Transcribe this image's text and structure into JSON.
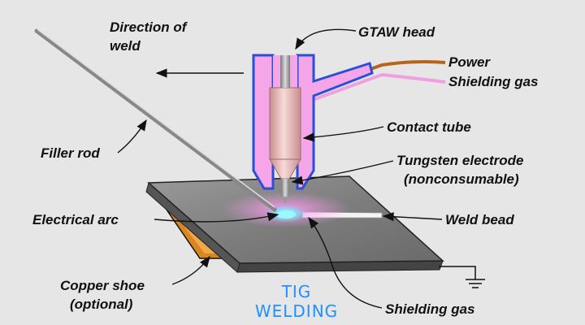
{
  "colors": {
    "background": "#e6e6e6",
    "nozzle_outline": "#2b4fd6",
    "nozzle_fill": "#f4a6e8",
    "contact_tube": "#e8b8b8",
    "electrode": "#b0b0b0",
    "workpiece_top": "#8a8a8a",
    "copper_shoe": "#d9861f",
    "power_cable": "#b5651d",
    "gas_hose": "#f0a0e0",
    "arc_glow": "#5fe3ff",
    "title": "#1e90ff"
  },
  "labels": {
    "direction_of_weld": [
      "Direction of",
      "weld"
    ],
    "gtaw_head": "GTAW head",
    "power": "Power",
    "shielding_gas_top": "Shielding gas",
    "contact_tube": "Contact tube",
    "tungsten_electrode": [
      "Tungsten electrode",
      "(nonconsumable)"
    ],
    "filler_rod": "Filler rod",
    "electrical_arc": "Electrical arc",
    "weld_bead": "Weld bead",
    "copper_shoe": [
      "Copper shoe",
      "(optional)"
    ],
    "shielding_gas_bottom": "Shielding gas"
  },
  "title": [
    "TIG",
    "WELDING"
  ]
}
